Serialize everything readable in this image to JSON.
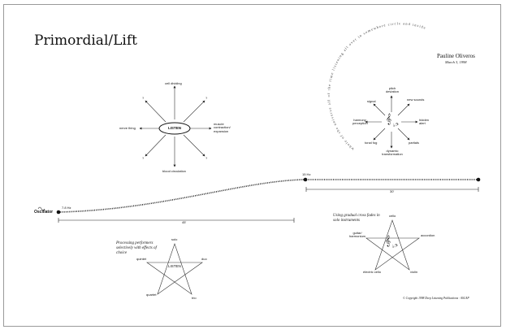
{
  "title": "Primordial/Lift",
  "composer": "Pauline Oliveros",
  "date": "March 3, 1998",
  "copyright": "© Copyright 1998 Deep Listening Publications · ASCAP",
  "oscillator": {
    "label": "Oscillator",
    "start_freq": "7.8 Hz",
    "lift_freq": "15 Hz",
    "first_duration": "45'",
    "second_duration": "30'"
  },
  "listen_diagram": {
    "center": "LISTEN",
    "top": "cell dividing",
    "bottom": "blood circulation",
    "left": "nerve firing",
    "right": "muscle contraction/ expansion",
    "unknown": "?"
  },
  "clef_diagram": {
    "center_symbol": "𝄞",
    "center_sub": "♭𝄢",
    "items": [
      "pitch deviation",
      "new sounds",
      "hidden alert",
      "partials",
      "dynamic transformation",
      "tonal fog",
      "harmony perception",
      "signal"
    ],
    "arc_text": "whole of the universe all of the time listening all over in somewhere circle and inside"
  },
  "ensemble_left": {
    "note": "Processing performers selectively with effects of choice",
    "center": "LISTEN",
    "points": [
      "solo",
      "duo",
      "trio",
      "quartet",
      "quintet"
    ]
  },
  "ensemble_right": {
    "note": "Using gradual cross fades in solo instruments",
    "points": [
      "cello",
      "accordion",
      "violin",
      "electric cello",
      "guitar/ harmonium"
    ]
  }
}
